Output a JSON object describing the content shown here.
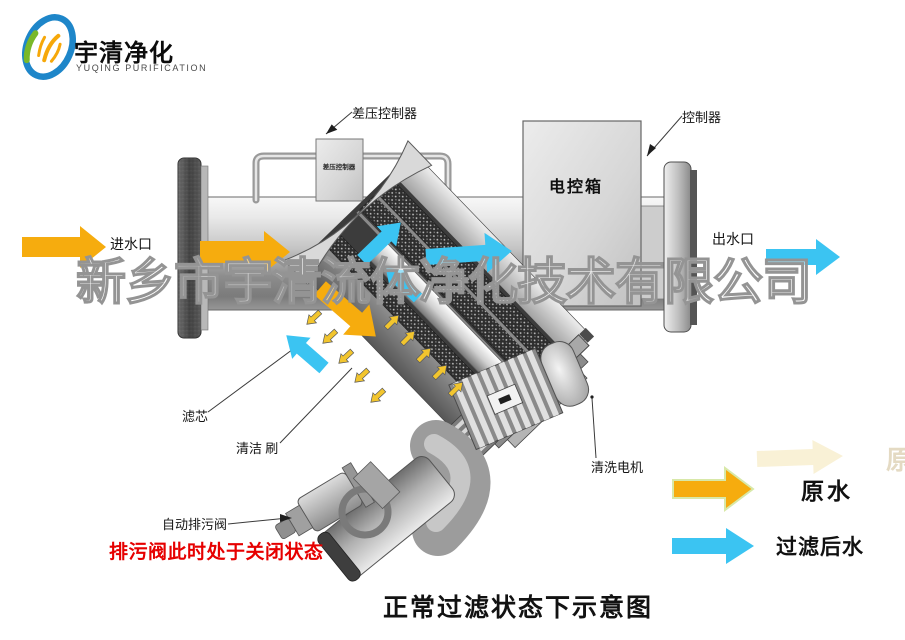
{
  "logo": {
    "name_cn": "宇清净化",
    "name_en": "YUQING PURIFICATION"
  },
  "watermark": "新乡市宇清流体净化技术有限公司",
  "ghost_char": "原",
  "labels": {
    "dp_controller": "差压控制器",
    "controller": "控制器",
    "control_box": "电控箱",
    "dp_box_text": "差压控制器",
    "inlet": "进水口",
    "outlet": "出水口",
    "filter_element": "滤芯",
    "cleaning_brush": "清洁 刷",
    "cleaning_motor": "清洗电机",
    "drain_valve": "自动排污阀"
  },
  "note_red": "排污阀此时处于关闭状态",
  "legend": {
    "raw_water": "原水",
    "filtered_water": "过滤后水"
  },
  "caption": "正常过滤状态下示意图",
  "colors": {
    "raw": "#F6AC0E",
    "raw_tiny": "#F2C52E",
    "filtered": "#3BC4F2",
    "note": "#E60000",
    "legend_raw_edge": "#D8E8A8",
    "ghost_arrow": "#F8EECC",
    "logo_blue": "#1E86C9",
    "logo_green": "#79B829",
    "logo_yellow": "#F6A80A"
  }
}
